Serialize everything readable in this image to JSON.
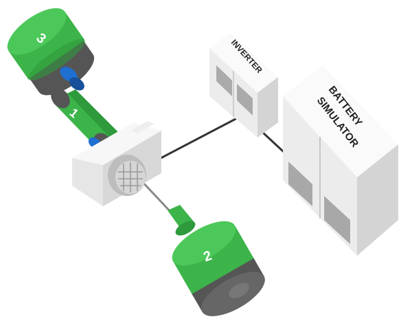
{
  "components": {
    "motor_3": {
      "label": "3"
    },
    "motor_1": {
      "label": "1"
    },
    "motor_2": {
      "label": "2"
    },
    "inverter": {
      "label": "INVERTER"
    },
    "battery_simulator": {
      "line1": "BATTERY",
      "line2": "SIMULATOR"
    }
  },
  "colors": {
    "motor_green": "#3cb44a",
    "motor_green_dark": "#2e9a3c",
    "rim_gray": "#5a5a5a",
    "coupling_blue": "#1f6fd1",
    "cabinet_white": "#f2f2f2",
    "cabinet_shade": "#d9d9d9",
    "cable": "#333333"
  }
}
